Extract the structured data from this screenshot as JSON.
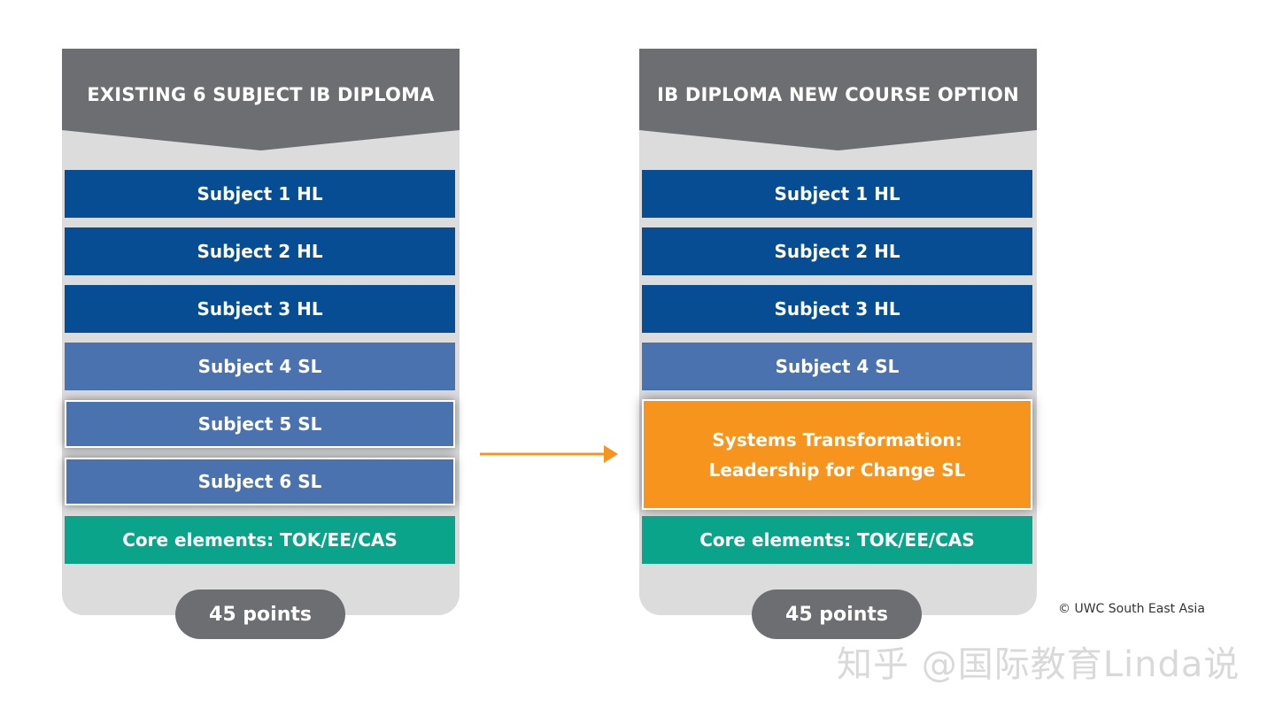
{
  "left_panel": {
    "title": "EXISTING 6 SUBJECT IB DIPLOMA",
    "subjects": [
      "Subject 1 HL",
      "Subject 2 HL",
      "Subject 3 HL",
      "Subject 4 SL",
      "Subject 5 SL",
      "Subject 6 SL"
    ],
    "core": "Core elements: TOK/EE/CAS",
    "points": "45 points"
  },
  "right_panel": {
    "title": "IB DIPLOMA NEW COURSE OPTION",
    "subjects": [
      "Subject 1 HL",
      "Subject 2 HL",
      "Subject 3 HL",
      "Subject 4 SL"
    ],
    "new_course": "Systems Transformation:\nLeadership for Change SL",
    "core": "Core elements: TOK/EE/CAS",
    "points": "45 points"
  },
  "copyright": "© UWC South East Asia",
  "watermark": "知乎 @国际教育Linda说",
  "colors": {
    "header_gray": "#6d6e71",
    "panel_gray": "#dcdcdd",
    "hl_blue": "#064d94",
    "sl_blue": "#4a72ae",
    "core_teal": "#0aa48a",
    "new_course_orange": "#f7941d",
    "arrow_orange": "#f7941d"
  }
}
